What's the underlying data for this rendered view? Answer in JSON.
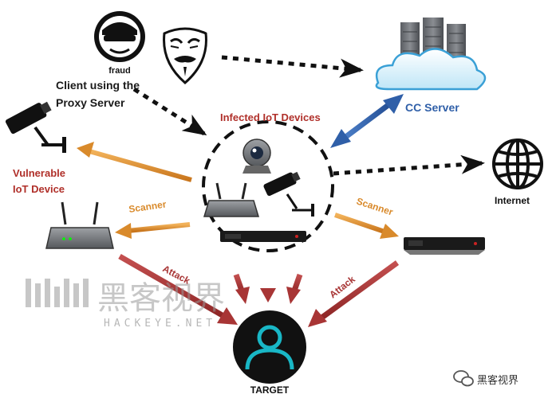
{
  "labels": {
    "fraud": "fraud",
    "client": "Client using the",
    "client_line2": "Proxy Server",
    "cc_server": "CC Server",
    "infected": "Infected IoT Devices",
    "vulnerable": "Vulnerable",
    "vulnerable_line2": "IoT Device",
    "internet": "Internet",
    "scanner_left": "Scanner",
    "scanner_right": "Scanner",
    "attack_left": "Attack",
    "attack_right": "Attack",
    "target": "TARGET"
  },
  "watermark": {
    "brand": "黑客视界",
    "site": "HACKEYE.NET",
    "corner": "黑客视界"
  },
  "icons": {
    "hacker": "hacker-icon",
    "mask": "anonymous-mask-icon",
    "servers": "server-rack-icon",
    "cloud": "cloud-icon",
    "cctv": "cctv-camera-icon",
    "webcam": "webcam-icon",
    "router": "wifi-router-icon",
    "dvr": "dvr-device-icon",
    "globe": "globe-icon",
    "target": "user-target-icon",
    "wechat": "wechat-icon"
  },
  "colors": {
    "text_dark": "#1a1a1a",
    "label_red": "#b0302a",
    "scanner_orange": "#d98a2b",
    "attack_red": "#a83535",
    "cc_blue": "#2f5fa8",
    "target_teal": "#19b7c6"
  }
}
